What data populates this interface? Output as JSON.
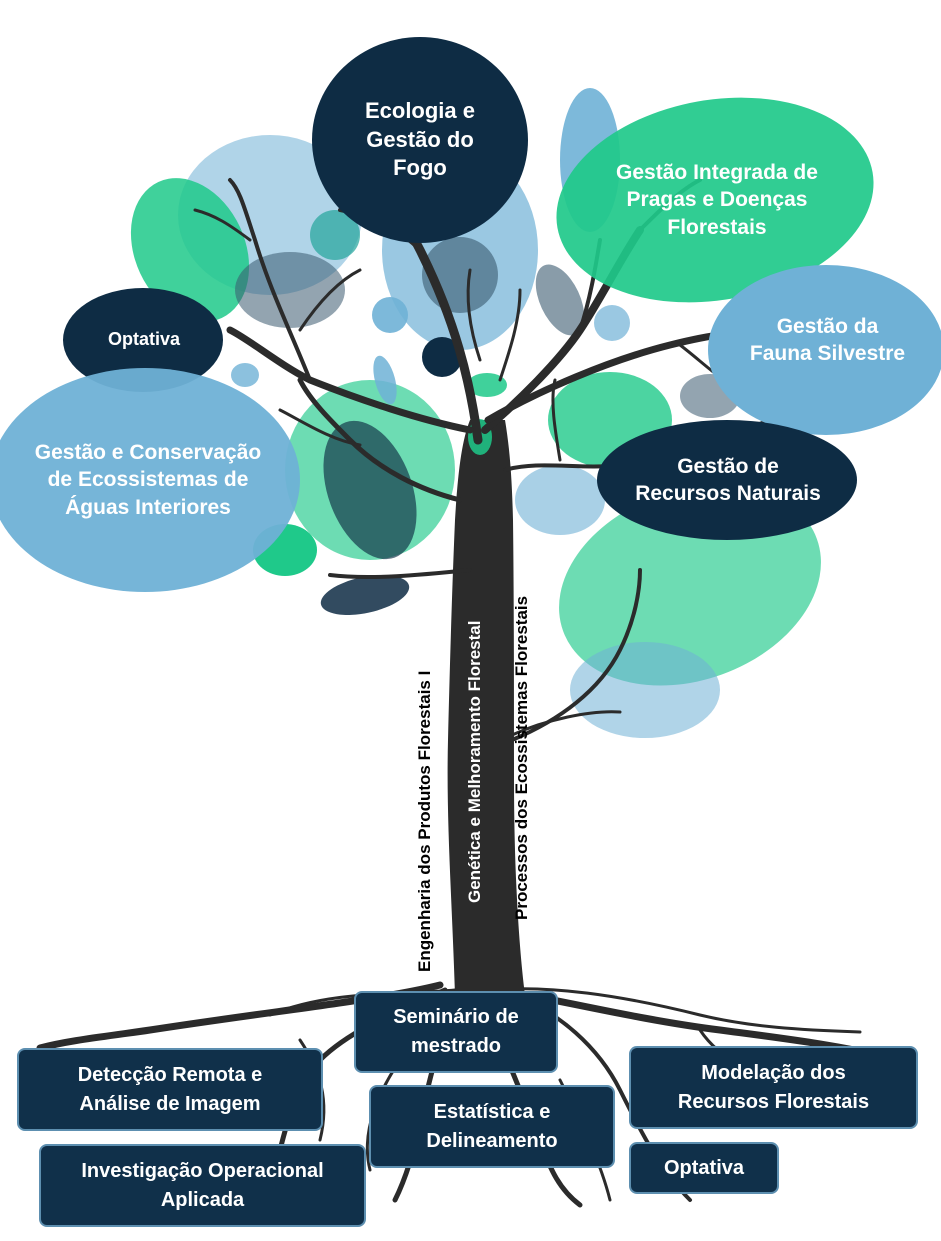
{
  "canopy": {
    "fogo": "Ecologia e\nGestão do\nFogo",
    "pragas": "Gestão Integrada de\nPragas e Doenças\nFlorestais",
    "fauna": "Gestão da\nFauna Silvestre",
    "optativa_top": "Optativa",
    "ecossistemas": "Gestão e Conservação\nde Ecossistemas de\nÁguas Interiores",
    "recursos": "Gestão de\nRecursos Naturais"
  },
  "trunk": {
    "engenharia": "Engenharia dos Produtos Florestais I",
    "genetica": "Genética e Melhoramento Florestal",
    "processos": "Processos dos Ecossistemas Florestais"
  },
  "roots": {
    "seminario": "Seminário  de\nmestrado",
    "deteccao": "Detecção Remota e\nAnálise de Imagem",
    "estatistica": "Estatística e\nDelineamento",
    "modelacao": "Modelação dos\nRecursos Florestais",
    "investigacao": "Investigação Operacional\nAplicada",
    "optativa_bottom": "Optativa"
  },
  "colors": {
    "navy": "#0e2c44",
    "green": "#1fc98a",
    "blue": "#6fb1d6",
    "trunk": "#2b2b2b"
  }
}
